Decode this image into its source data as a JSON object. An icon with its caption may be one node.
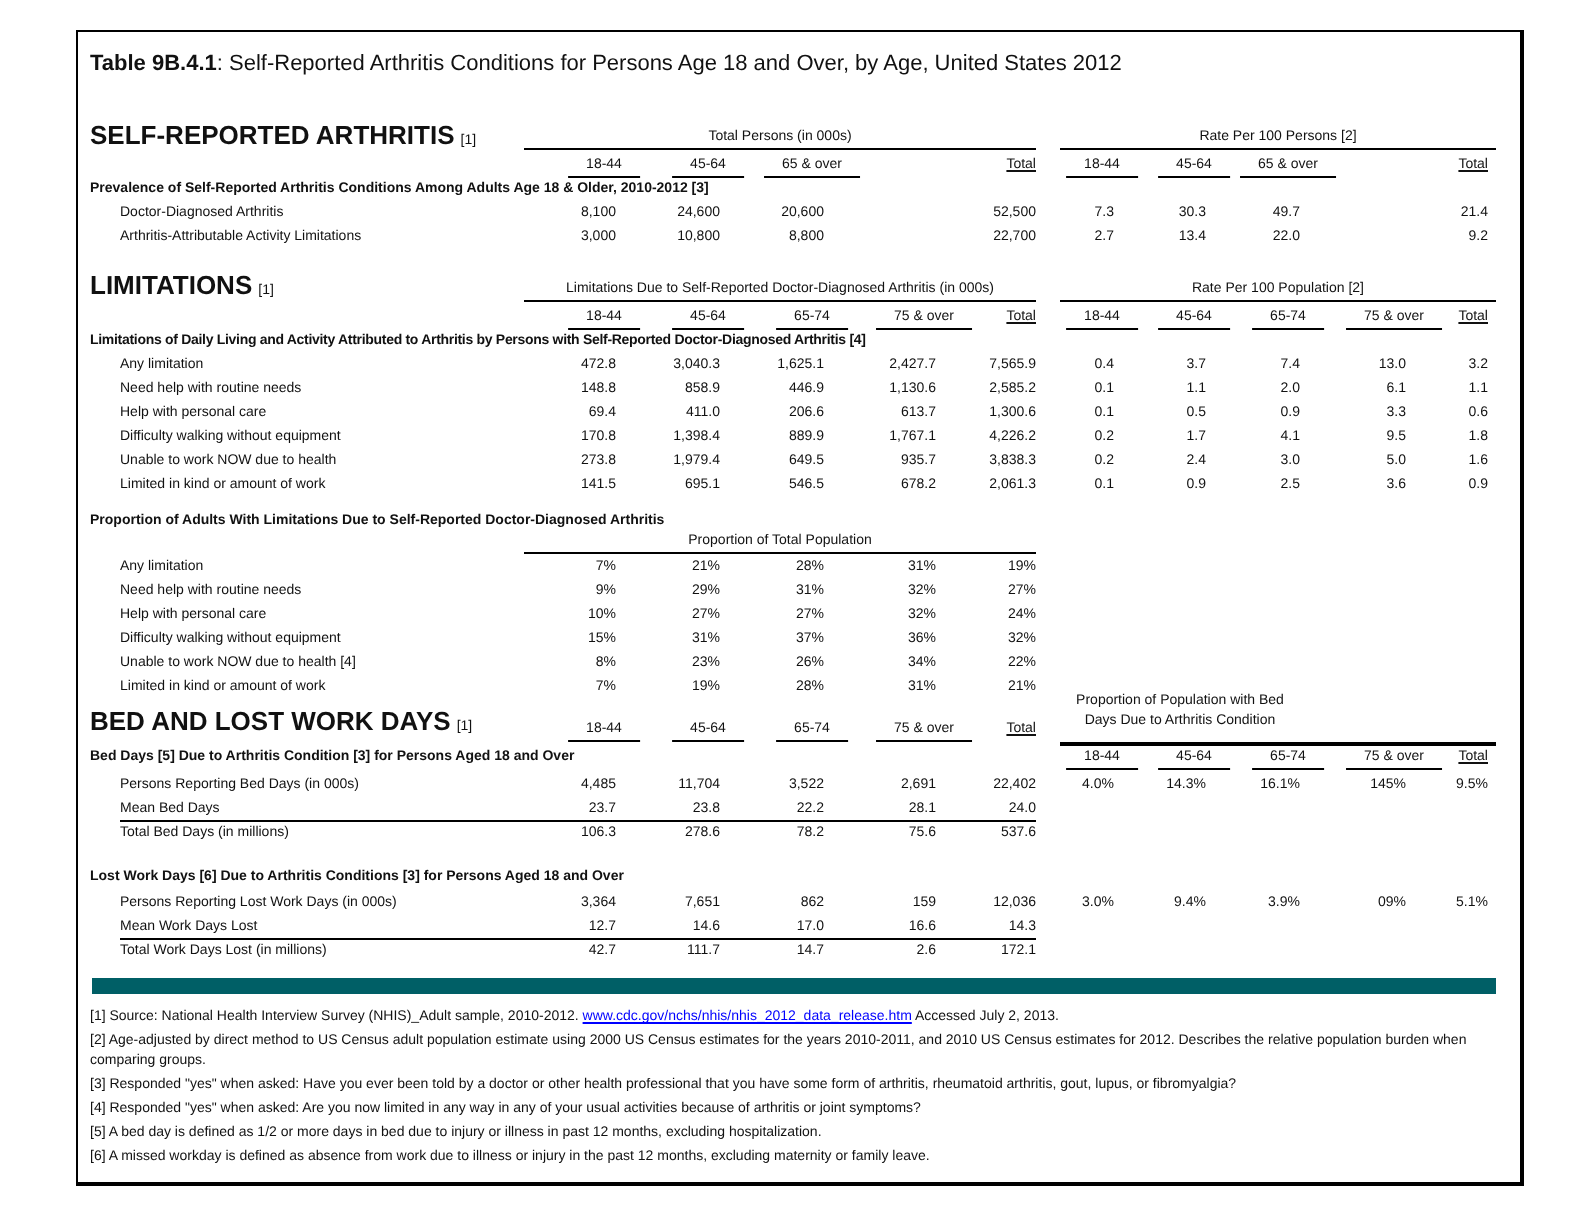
{
  "diagram": {
    "title": "**Table 9B.4.1**: Self-Reported Arthritis Conditions for Persons Age 18 and Over, by Age, United States 2012",
    "labels": [
      "SELF-REPORTED ARTHRITIS",
      "[1]",
      "Total Persons (in 000s)",
      "Rate Per 100 Persons [2]",
      "18-44",
      "45-64",
      "65 & over",
      "Total",
      "18-44",
      "45-64",
      "65 & over",
      "Total",
      "Prevalence of Self-Reported Arthritis Conditions Among Adults Age 18 & Older, 2010-2012 [3]",
      "Doctor-Diagnosed Arthritis",
      "8,100",
      "24,600",
      "20,600",
      "52,500",
      "7.3",
      "30.3",
      "49.7",
      "21.4",
      "Arthritis-Attributable Activity Limitations",
      "3,000",
      "10,800",
      "8,800",
      "22,700",
      "2.7",
      "13.4",
      "22.0",
      "9.2",
      "LIMITATIONS",
      "[1]",
      "Limitations Due to Self-Reported Doctor-Diagnosed Arthritis (in 000s)",
      "Rate Per 100 Population [2]",
      "18-44",
      "45-64",
      "65-74",
      "75 & over",
      "Total",
      "18-44",
      "45-64",
      "65-74",
      "75 & over",
      "Total",
      "Limitations of Daily Living and Activity Attributed to Arthritis by Persons with Self-Reported Doctor-Diagnosed Arthritis [4]",
      "Any limitation",
      "472.8",
      "3,040.3",
      "1,625.1",
      "2,427.7",
      "7,565.9",
      "0.4",
      "3.7",
      "7.4",
      "13.0",
      "3.2",
      "Need help with routine needs",
      "148.8",
      "858.9",
      "446.9",
      "1,130.6",
      "2,585.2",
      "0.1",
      "1.1",
      "2.0",
      "6.1",
      "1.1",
      "Help with personal care",
      "69.4",
      "411.0",
      "206.6",
      "613.7",
      "1,300.6",
      "0.1",
      "0.5",
      "0.9",
      "3.3",
      "0.6",
      "Difficulty walking without equipment",
      "170.8",
      "1,398.4",
      "889.9",
      "1,767.1",
      "4,226.2",
      "0.2",
      "1.7",
      "4.1",
      "9.5",
      "1.8",
      "Unable to work NOW due to health",
      "273.8",
      "1,979.4",
      "649.5",
      "935.7",
      "3,838.3",
      "0.2",
      "2.4",
      "3.0",
      "5.0",
      "1.6",
      "Limited in kind or amount of work",
      "141.5",
      "695.1",
      "546.5",
      "678.2",
      "2,061.3",
      "0.1",
      "0.9",
      "2.5",
      "3.6",
      "0.9",
      "Proportion of Adults With Limitations Due to Self-Reported Doctor-Diagnosed Arthritis",
      "Proportion of Total Population",
      "Any limitation",
      "7%",
      "21%",
      "28%",
      "31%",
      "19%",
      "Need help with routine needs",
      "9%",
      "29%",
      "31%",
      "32%",
      "27%",
      "Help with personal care",
      "10%",
      "27%",
      "27%",
      "32%",
      "24%",
      "Difficulty walking without equipment",
      "15%",
      "31%",
      "37%",
      "36%",
      "32%",
      "Unable to work NOW due to health [4]",
      "8%",
      "23%",
      "26%",
      "34%",
      "22%",
      "Limited in kind or amount of work",
      "7%",
      "19%",
      "28%",
      "31%",
      "21%",
      "Proportion of Population with Bed Days Due to Arthritis Condition",
      "BED AND LOST WORK DAYS",
      "[1]",
      "18-44",
      "45-64",
      "65-74",
      "75 & over",
      "Total",
      "Bed Days [5] Due to Arthritis Condition [3] for Persons Aged 18 and Over",
      "18-44",
      "45-64",
      "65-74",
      "75 & over",
      "Total",
      "Persons Reporting Bed Days (in 000s)",
      "4,485",
      "11,704",
      "3,522",
      "2,691",
      "22,402",
      "4.0%",
      "14.3%",
      "16.1%",
      "145%",
      "9.5%",
      "Mean Bed Days",
      "23.7",
      "23.8",
      "22.2",
      "28.1",
      "24.0",
      "Total Bed Days (in millions)",
      "106.3",
      "278.6",
      "78.2",
      "75.6",
      "537.6",
      "Lost Work Days [6] Due to Arthritis Conditions [3] for Persons Aged 18 and Over",
      "Persons Reporting Lost Work Days (in 000s)",
      "3,364",
      "7,651",
      "862",
      "159",
      "12,036",
      "3.0%",
      "9.4%",
      "3.9%",
      "09%",
      "5.1%",
      "Mean Work Days Lost",
      "12.7",
      "14.6",
      "17.0",
      "16.6",
      "14.3",
      "Total Work Days Lost (in millions)",
      "42.7",
      "111.7",
      "14.7",
      "2.6",
      "172.1",
      "[1] Source: National Health Interview Survey (NHIS)_Adult sample, 2010-2012.",
      "www.cdc.gov/nchs/nhis/nhis_2012_data_release.htm",
      "Accessed July 2, 2013.",
      "[2] Age-adjusted by direct method to US Census adult population estimate using 2000 US Census estimates for the years 2010-2011, and 2010 US Census estimates for 2012. Describes the relative population burden when comparing groups.",
      "[3] Responded \"yes\" when asked: Have you ever been told by a doctor or other health professional that you have some form of arthritis, rheumatoid arthritis, gout, lupus, or fibromyalgia?",
      "[4] Responded \"yes\" when asked: Are you now limited in any way in any of your usual activities because of arthritis or joint symptoms?",
      "[5] A bed day is defined as 1/2 or more days in bed due to injury or illness in past 12 months, excluding hospitalization.",
      "[6] A missed workday is defined as absence from work due to illness or injury in the past 12 months, excluding maternity or family leave."
    ]
  }
}
